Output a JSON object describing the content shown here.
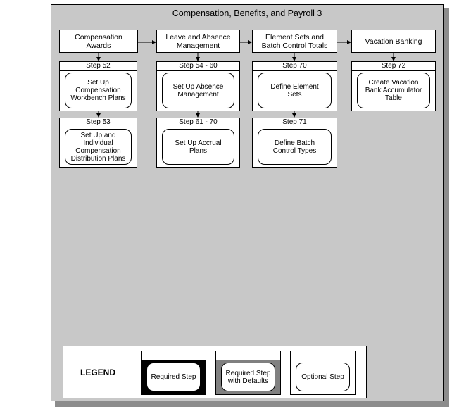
{
  "title": "Compensation, Benefits, and Payroll 3",
  "columns": [
    {
      "header": "Compensation\nAwards",
      "steps": [
        {
          "label": "Step 52",
          "text": "Set Up\nCompensation\nWorkbench Plans"
        },
        {
          "label": "Step 53",
          "text": "Set Up and\nIndividual\nCompensation\nDistribution Plans"
        }
      ]
    },
    {
      "header": "Leave and Absence\nManagement",
      "steps": [
        {
          "label": "Step 54 - 60",
          "text": "Set Up Absence\nManagement"
        },
        {
          "label": "Step 61 - 70",
          "text": "Set Up Accrual\nPlans"
        }
      ]
    },
    {
      "header": "Element Sets and\nBatch Control Totals",
      "steps": [
        {
          "label": "Step 70",
          "text": "Define Element\nSets"
        },
        {
          "label": "Step 71",
          "text": "Define Batch\nControl Types"
        }
      ]
    },
    {
      "header": "Vacation Banking",
      "steps": [
        {
          "label": "Step 72",
          "text": "Create Vacation\nBank Accumulator\nTable"
        }
      ]
    }
  ],
  "legend": {
    "title": "LEGEND",
    "items": [
      {
        "label": "Required Step",
        "fill": "#000000"
      },
      {
        "label": "Required Step\nwith Defaults",
        "fill": "#808080"
      },
      {
        "label": "Optional Step",
        "fill": "#ffffff"
      }
    ]
  }
}
